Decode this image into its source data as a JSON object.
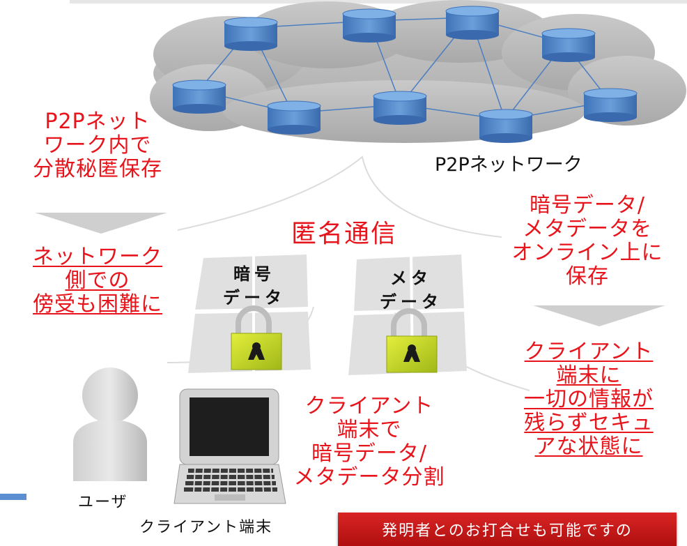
{
  "network": {
    "label": "P2Pネットワーク"
  },
  "left": {
    "top_text": [
      "P2Pネット",
      "ワーク内で",
      "分散秘匿保存"
    ],
    "bottom_text": [
      "ネットワーク",
      "側での",
      "傍受も困難に"
    ]
  },
  "center": {
    "title": "匿名通信",
    "card1": [
      "暗号",
      "データ"
    ],
    "card2": [
      "メタ",
      "データ"
    ],
    "client_text": [
      "クライアント",
      "端末で",
      "暗号データ/",
      "メタデータ分割"
    ]
  },
  "right": {
    "top_text": [
      "暗号データ/",
      "メタデータを",
      "オンライン上に",
      "保存"
    ],
    "bottom_text": [
      "クライアント",
      "端末に",
      "一切の情報が",
      "残らずセキュ",
      "アな状態に"
    ]
  },
  "labels": {
    "user": "ユーザ",
    "client": "クライアント端末"
  },
  "banner": {
    "text": "発明者とのお打合せも可能ですの"
  },
  "colors": {
    "accent_red": "#e8141b",
    "node_blue": "#4f86c8",
    "cloud_gray": "#bdbdbd"
  }
}
